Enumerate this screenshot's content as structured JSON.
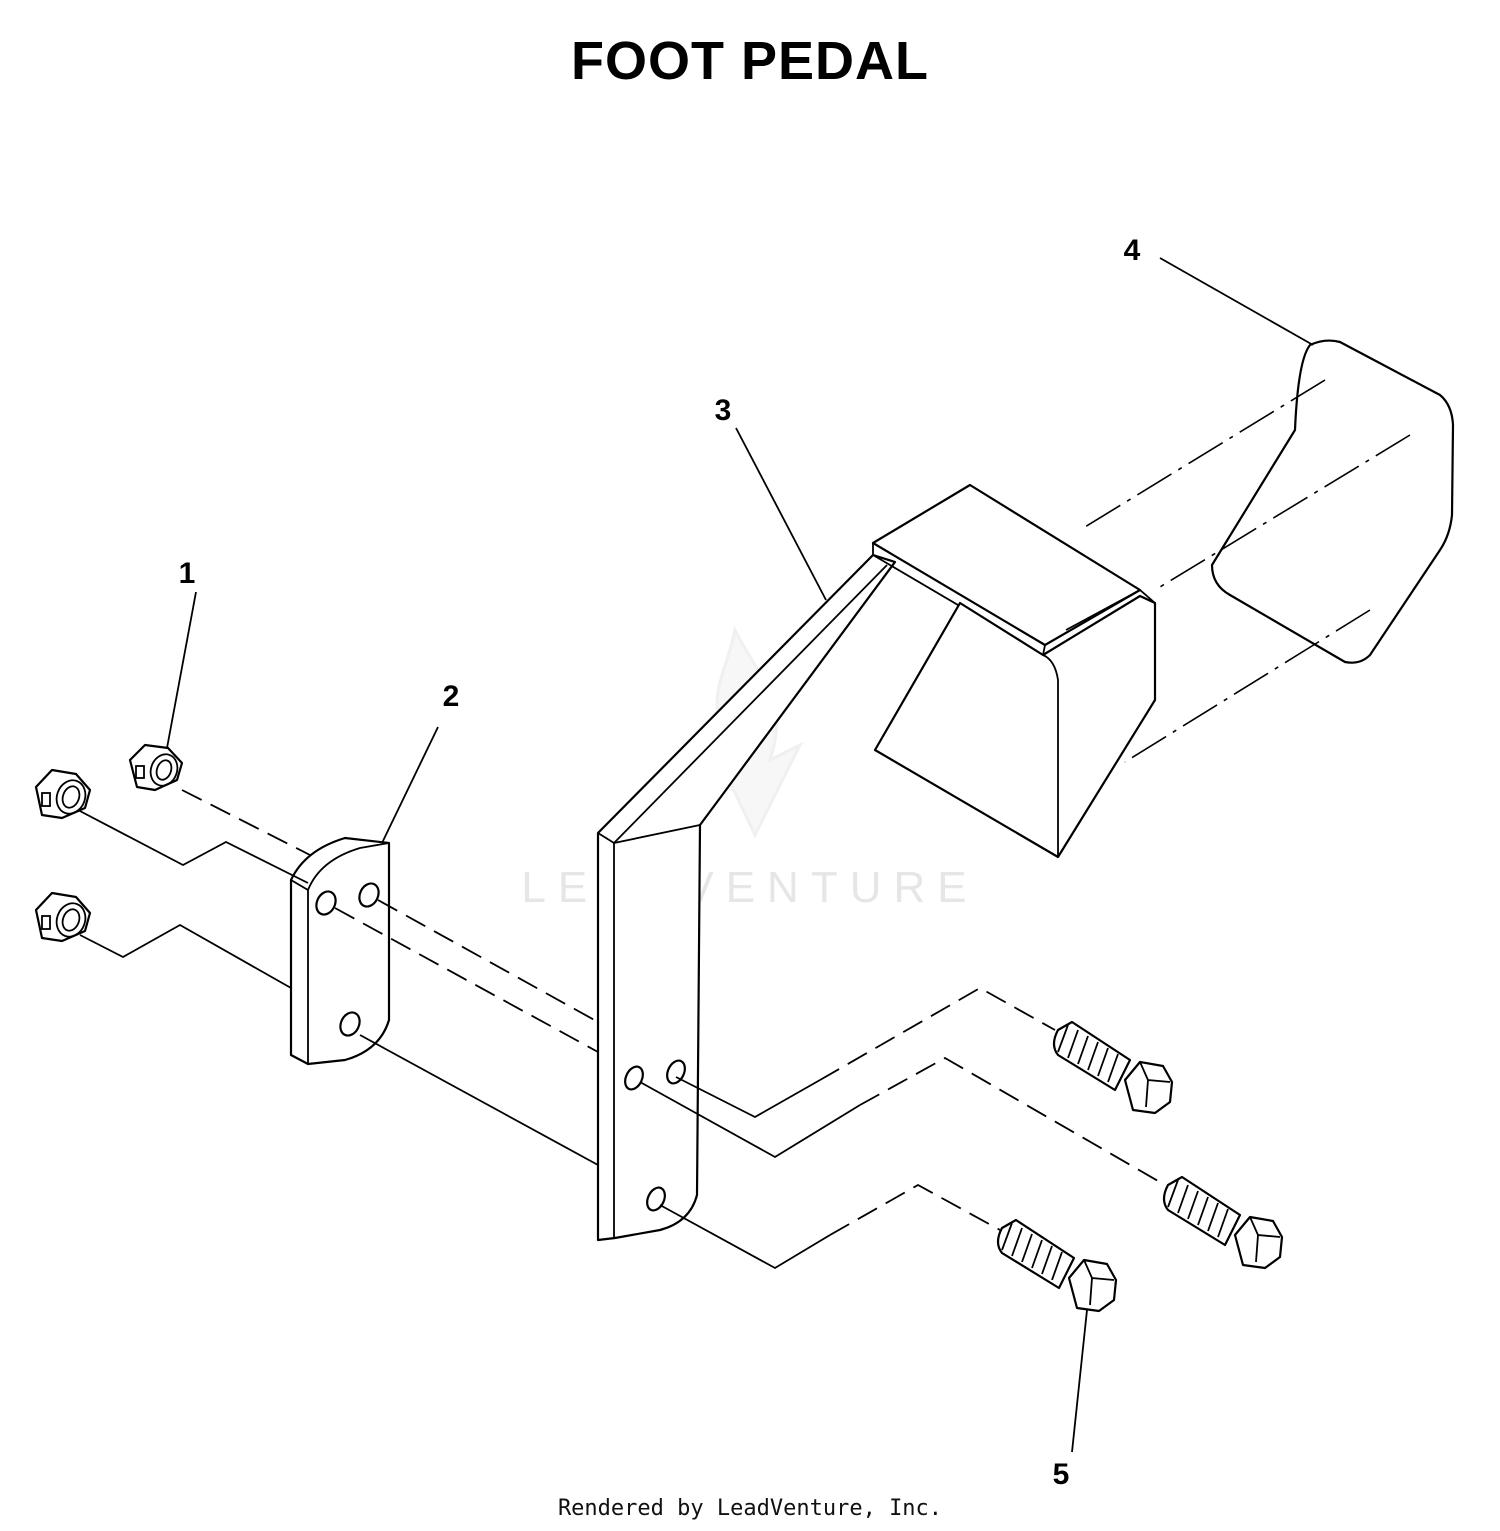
{
  "title": "FOOT PEDAL",
  "watermark": "LEADVENTURE",
  "footer": "Rendered by LeadVenture, Inc.",
  "callouts": [
    {
      "id": "1",
      "label": "1"
    },
    {
      "id": "2",
      "label": "2"
    },
    {
      "id": "3",
      "label": "3"
    },
    {
      "id": "4",
      "label": "4"
    },
    {
      "id": "5",
      "label": "5"
    }
  ]
}
